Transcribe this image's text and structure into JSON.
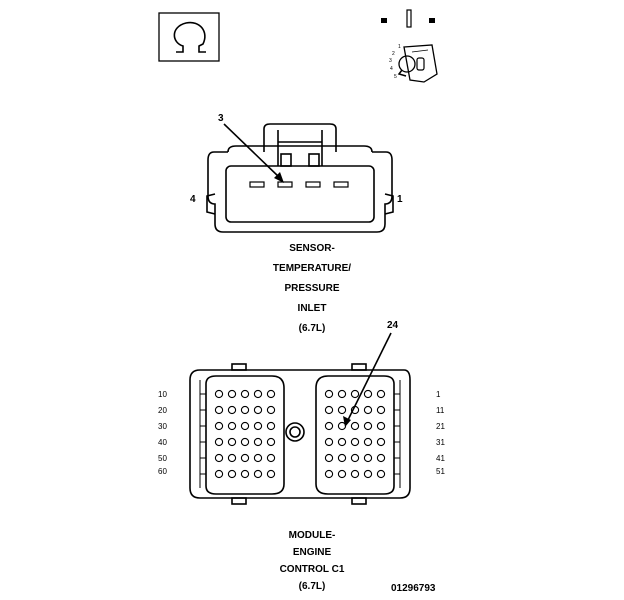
{
  "sensor_connector": {
    "caption_lines": [
      "SENSOR-",
      "TEMPERATURE/",
      "PRESSURE",
      "INLET",
      "(6.7L)"
    ],
    "pin_labels": {
      "left": "4",
      "right": "1",
      "callout": "3"
    }
  },
  "module_connector": {
    "caption_lines": [
      "MODULE-",
      "ENGINE",
      "CONTROL C1",
      "(6.7L)"
    ],
    "left_row_labels": [
      "10",
      "20",
      "30",
      "40",
      "50",
      "60"
    ],
    "right_row_labels": [
      "1",
      "11",
      "21",
      "31",
      "41",
      "51"
    ],
    "callout": "24"
  },
  "key_icon": {
    "position_labels": [
      "1",
      "2",
      "3",
      "4",
      "5"
    ]
  },
  "figure_id": "01296793"
}
